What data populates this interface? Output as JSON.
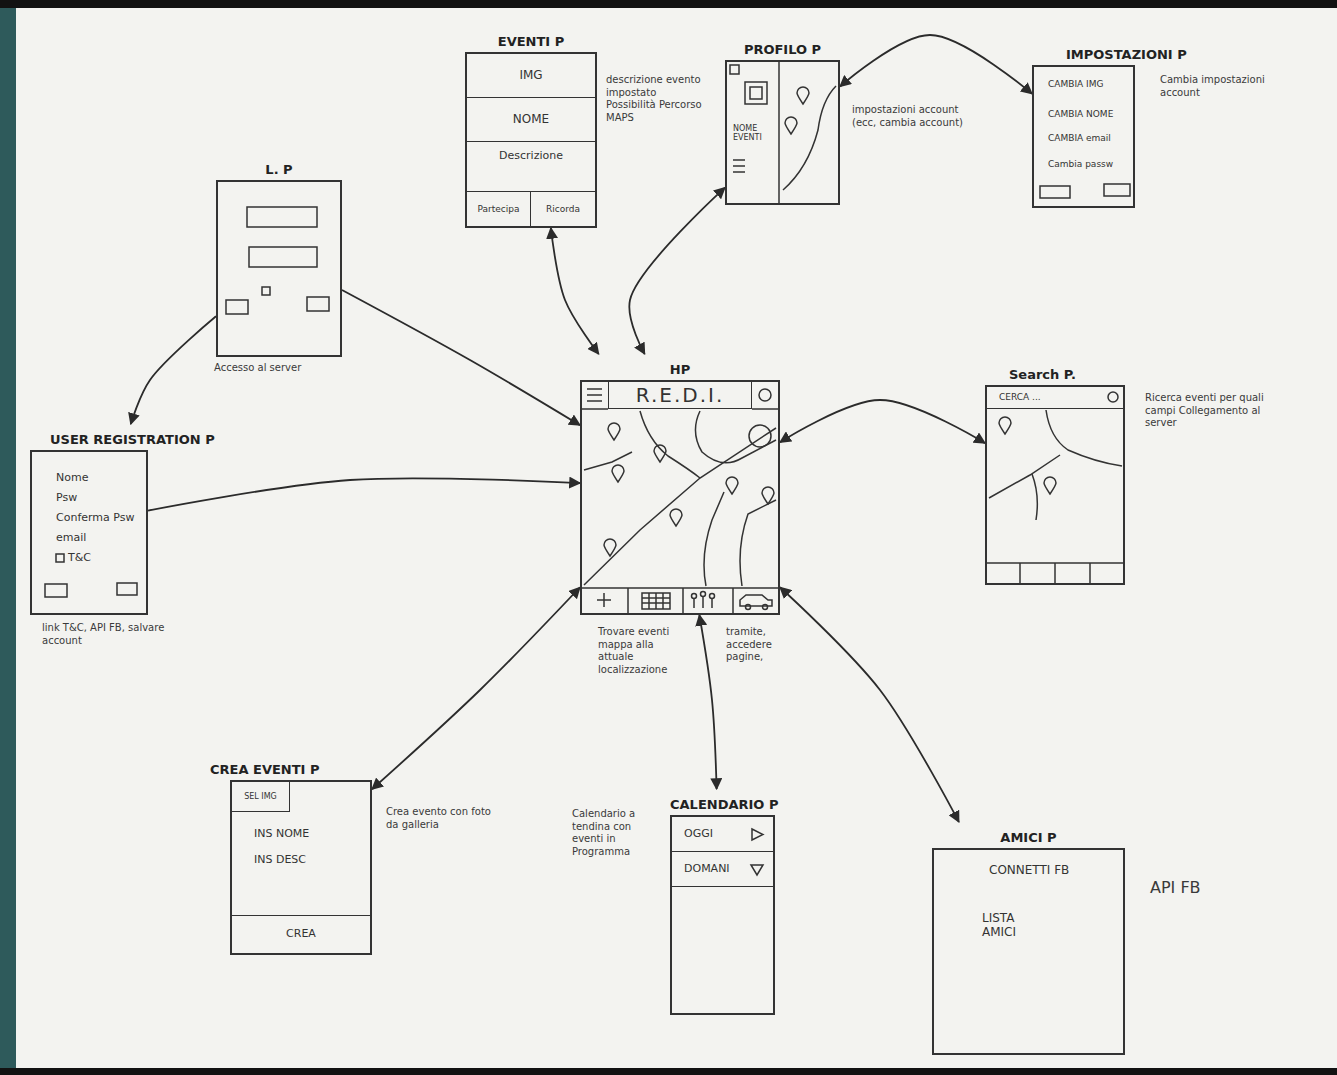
{
  "diagram": {
    "nodes": [
      {
        "text": [
          "EVENTI P"
        ]
      },
      {
        "text": [
          "IMG"
        ],
        "in": 0
      },
      {
        "text": [
          "NOME"
        ],
        "in": 0
      },
      {
        "text": [
          "Descrizione"
        ],
        "in": 0
      },
      {
        "text": [
          "Partecipa"
        ],
        "in": 0
      },
      {
        "text": [
          "Ricorda"
        ],
        "in": 0
      },
      {
        "text": [
          "PROFILO P",
          "NOME EVENTI"
        ]
      },
      {
        "text": [
          "IMPOSTAZIONI P",
          "CAMBIA IMG",
          "CAMBIA NOME",
          "CAMBIA email",
          "Cambia passw"
        ]
      },
      {
        "text": [
          "L. P"
        ]
      },
      {
        "text": [
          "USER REGISTRATION P",
          "Nome",
          "Psw",
          "Conferma Psw",
          "email",
          "T&C"
        ]
      },
      {
        "text": [
          "HP"
        ]
      },
      {
        "text": [
          "R.E.D.I."
        ],
        "in": 10
      },
      {
        "text": [
          "Search P."
        ]
      },
      {
        "text": [
          "CERCA ..."
        ],
        "in": 12
      },
      {
        "text": [
          "CREA EVENTI P",
          "INS NOME",
          "INS DESC"
        ]
      },
      {
        "text": [
          "SEL IMG"
        ],
        "in": 14
      },
      {
        "text": [
          "CREA"
        ],
        "in": 14
      },
      {
        "text": [
          "CALENDARIO P"
        ]
      },
      {
        "text": [
          "OGGI"
        ],
        "in": 17
      },
      {
        "text": [
          "DOMANI"
        ],
        "in": 17
      },
      {
        "text": [
          "AMICI P",
          "CONNETTI FB",
          "LISTA AMICI"
        ]
      }
    ],
    "edges": [
      {
        "from": 8,
        "to": 9,
        "arrow": "to"
      },
      {
        "from": 8,
        "to": 10,
        "arrow": "to"
      },
      {
        "from": 9,
        "to": 10,
        "arrow": "to"
      },
      {
        "from": 10,
        "to": 0,
        "arrow": "both"
      },
      {
        "from": 10,
        "to": 6,
        "arrow": "both"
      },
      {
        "from": 6,
        "to": 7,
        "arrow": "both"
      },
      {
        "from": 10,
        "to": 12,
        "arrow": "both"
      },
      {
        "from": 10,
        "to": 14,
        "arrow": "both"
      },
      {
        "from": 10,
        "to": 17,
        "arrow": "both"
      },
      {
        "from": 10,
        "to": 20,
        "arrow": "both"
      }
    ],
    "labels": [
      "descrizione evento impostato Possibilità Percorso MAPS",
      "impostazioni account (ecc, cambia account)",
      "Cambia impostazioni account",
      "Accesso al server",
      "Ricerca eventi per quali campi Collegamento al server",
      "link T&C, API FB, salvare account",
      "Trovare eventi mappa alla attuale localizzazione",
      "tramite, accedere pagine,",
      "Crea evento con foto da galleria",
      "Calendario a tendina con eventi in Programma",
      "API FB"
    ]
  }
}
